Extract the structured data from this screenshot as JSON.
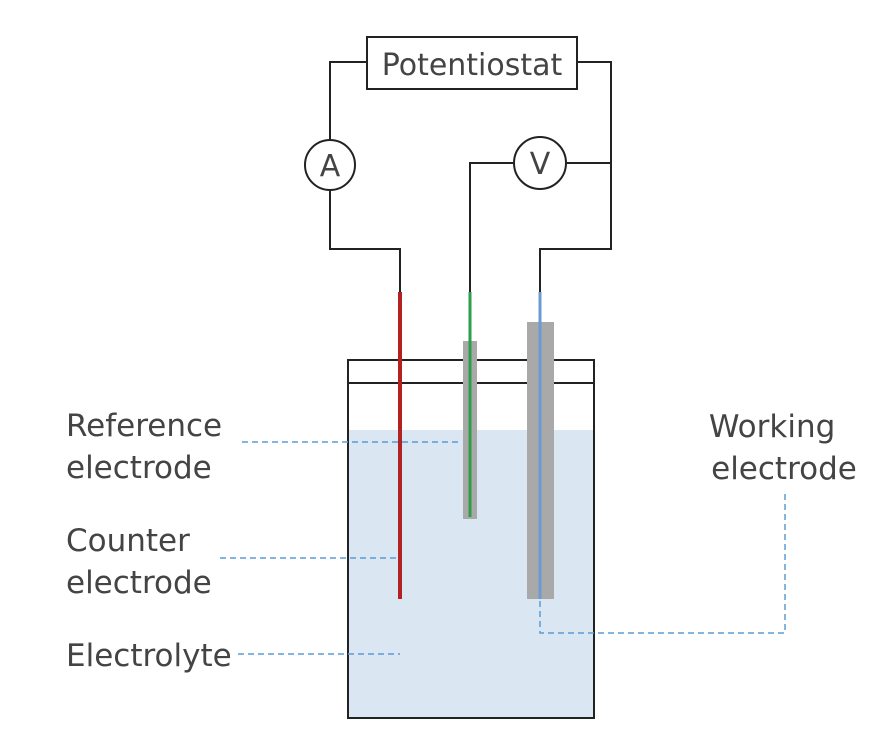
{
  "instrument": {
    "label": "Potentiostat"
  },
  "meters": {
    "ammeter": {
      "symbol": "A"
    },
    "voltmeter": {
      "symbol": "V"
    }
  },
  "labels": {
    "reference": [
      "Reference",
      "electrode"
    ],
    "counter": [
      "Counter",
      "electrode"
    ],
    "electrolyte": "Electrolyte",
    "working": [
      "Working",
      "electrode"
    ]
  },
  "colors": {
    "wire": "#222222",
    "counter_electrode": "#b22222",
    "reference_electrode": "#2e9e4a",
    "working_electrode": "#6b9bd1",
    "electrode_sheath": "#a9a9a9",
    "electrolyte_fill": "#dae7f2",
    "leader_line": "#5b9bd5",
    "text": "#444444"
  }
}
